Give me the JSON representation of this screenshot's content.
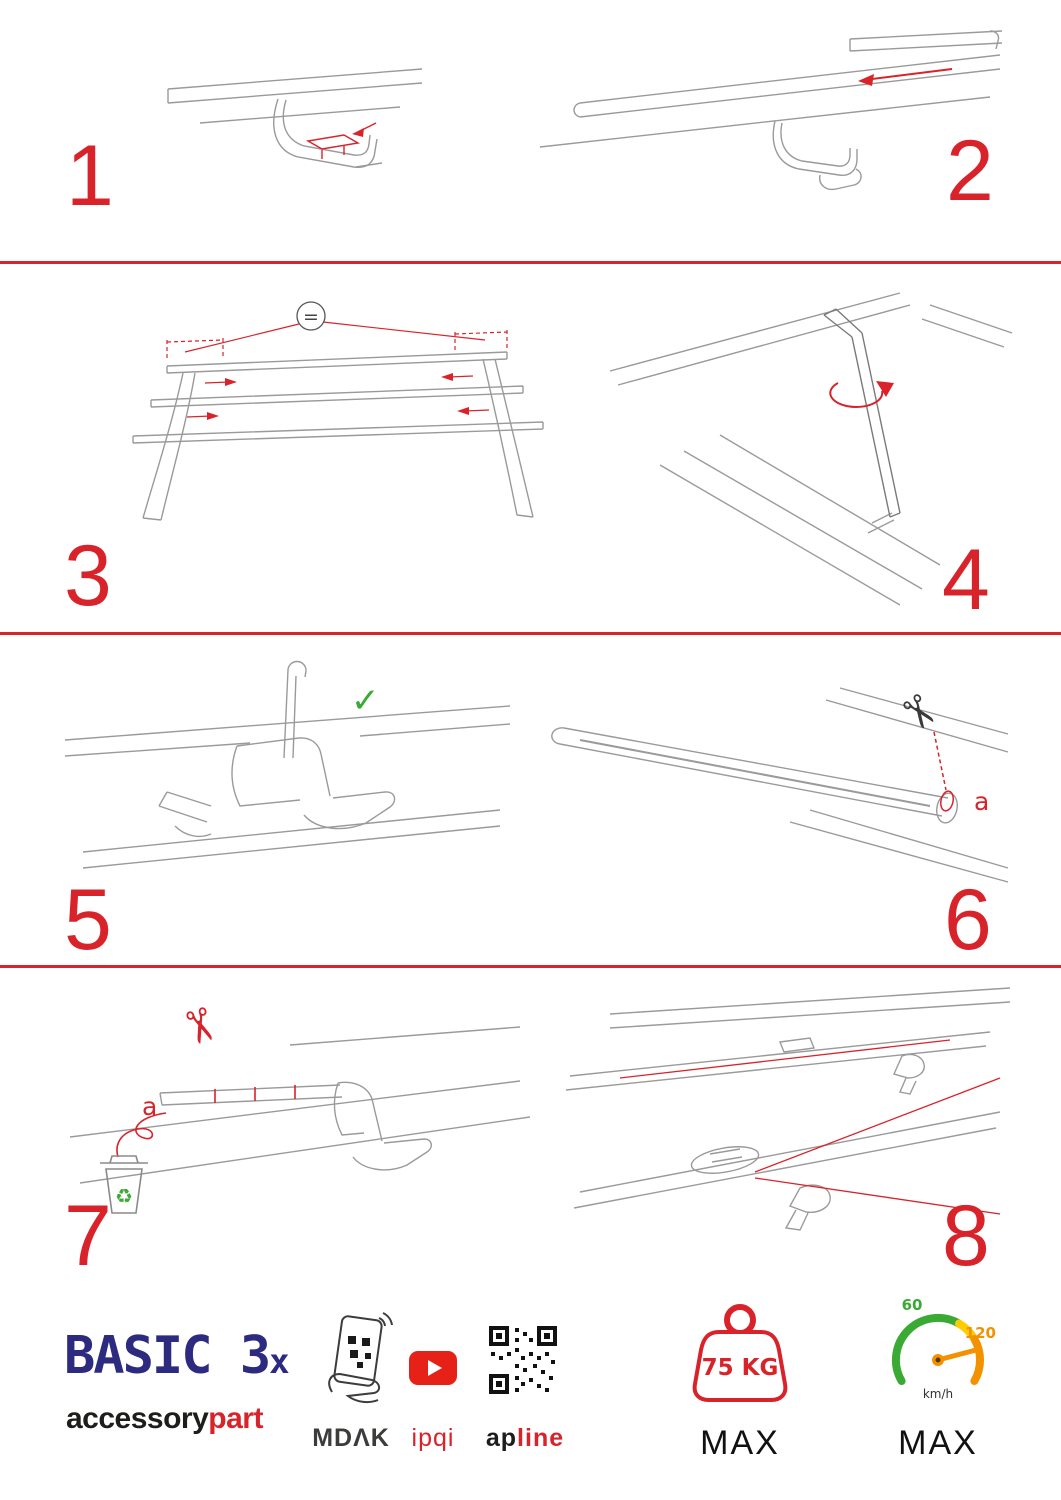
{
  "page": {
    "accent": "#d8232a",
    "navy": "#2d2b80",
    "green": "#3aaa35",
    "orange": "#f39200"
  },
  "steps": [
    {
      "number": "1"
    },
    {
      "number": "2"
    },
    {
      "number": "3",
      "equal": "="
    },
    {
      "number": "4"
    },
    {
      "number": "5",
      "check": "✓"
    },
    {
      "number": "6",
      "label": "a",
      "scissors": "✂"
    },
    {
      "number": "7",
      "label": "a",
      "scissors": "✂",
      "recycle": "♻"
    },
    {
      "number": "8"
    }
  ],
  "footer": {
    "logo_main": "BASIC 3",
    "logo_x": "x",
    "brand_black": "accessory",
    "brand_red": "part",
    "partner_mdak": "MDΛK",
    "partner_ipqi": "ipqi",
    "partner_ap": "ap",
    "partner_line": "line",
    "weight_value": "75 KG",
    "weight_max": "MAX",
    "speed_low": "60",
    "speed_high": "120",
    "speed_unit": "km/h",
    "speed_max": "MAX"
  }
}
